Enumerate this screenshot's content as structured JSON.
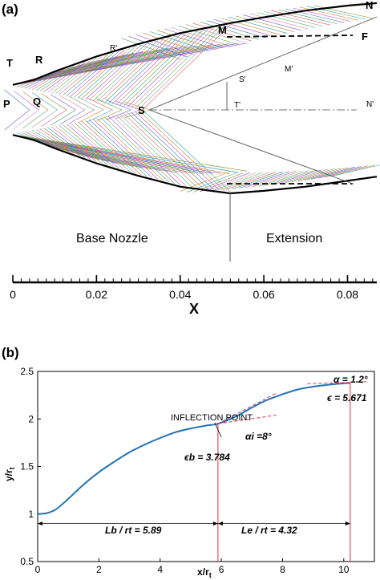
{
  "panel_a": {
    "label": "(a)",
    "points": {
      "T": "T",
      "R": "R",
      "R_prime": "R'",
      "M": "M",
      "N": "N",
      "F": "F",
      "P": "P",
      "Q": "Q",
      "S": "S",
      "S_prime": "S'",
      "M_prime": "M'",
      "T_prime": "T'",
      "N_prime": "N'"
    },
    "regions": {
      "base": "Base Nozzle",
      "extension": "Extension"
    }
  },
  "panel_b": {
    "label": "(b)"
  },
  "chart_data": [
    {
      "type": "line",
      "xlabel": "X",
      "xlim": [
        0,
        0.087
      ],
      "xticks": [
        0,
        0.02,
        0.04,
        0.06,
        0.08
      ],
      "xtick_labels": [
        "0",
        "0.02",
        "0.04",
        "0.06",
        "0.08"
      ],
      "wall_upper": {
        "x": [
          0,
          0.005,
          0.01,
          0.02,
          0.03,
          0.04,
          0.052,
          0.06,
          0.07,
          0.08,
          0.087
        ],
        "y": [
          0.006,
          0.0072,
          0.0092,
          0.0128,
          0.0158,
          0.0184,
          0.0208,
          0.0222,
          0.0238,
          0.025,
          0.0256
        ]
      },
      "wall_lower": {
        "x": [
          0,
          0.005,
          0.01,
          0.02,
          0.03,
          0.04,
          0.052,
          0.06,
          0.07,
          0.08,
          0.087
        ],
        "y": [
          -0.006,
          -0.0072,
          -0.0092,
          -0.0128,
          -0.0158,
          -0.0184,
          -0.02,
          -0.0194,
          -0.0184,
          -0.017,
          -0.016
        ]
      },
      "base_extension_boundary_x": 0.052
    },
    {
      "type": "line",
      "xlabel": "x/r",
      "xlabel_sub": "t",
      "ylabel": "y/r",
      "ylabel_sub": "t",
      "xlim": [
        0,
        11
      ],
      "ylim": [
        0.5,
        2.5
      ],
      "xticks": [
        0,
        2,
        4,
        6,
        8,
        10
      ],
      "xtick_labels": [
        "0",
        "2",
        "4",
        "6",
        "8",
        "10"
      ],
      "yticks": [
        0.5,
        1,
        1.5,
        2,
        2.5
      ],
      "ytick_labels": [
        "0.5",
        "1",
        "1.5",
        "2",
        "2.5"
      ],
      "series": [
        {
          "x": [
            0,
            0.3,
            0.6,
            1.0,
            1.5,
            2.0,
            2.5,
            3.0,
            3.5,
            4.0,
            4.5,
            5.0,
            5.5,
            5.89,
            6.5,
            7.0,
            7.5,
            8.0,
            8.5,
            9.0,
            9.5,
            10.21
          ],
          "y": [
            1.0,
            1.01,
            1.05,
            1.16,
            1.31,
            1.44,
            1.55,
            1.65,
            1.73,
            1.8,
            1.86,
            1.9,
            1.93,
            1.95,
            2.03,
            2.12,
            2.2,
            2.26,
            2.31,
            2.34,
            2.36,
            2.38
          ]
        }
      ],
      "inflection": {
        "x": 5.89,
        "y": 1.95,
        "label": "INFLECTION POINT"
      },
      "annotations": {
        "alpha_exit": "α = 1.2°",
        "eps_exit": "ϵ = 5.671",
        "alpha_i": "αi =8°",
        "eps_b": "ϵb = 3.784",
        "Lb": "Lb / rt = 5.89",
        "Le": "Le / rt = 4.32"
      },
      "vlines_x": [
        5.89,
        10.21
      ],
      "length_arrow_y": 0.9
    }
  ]
}
